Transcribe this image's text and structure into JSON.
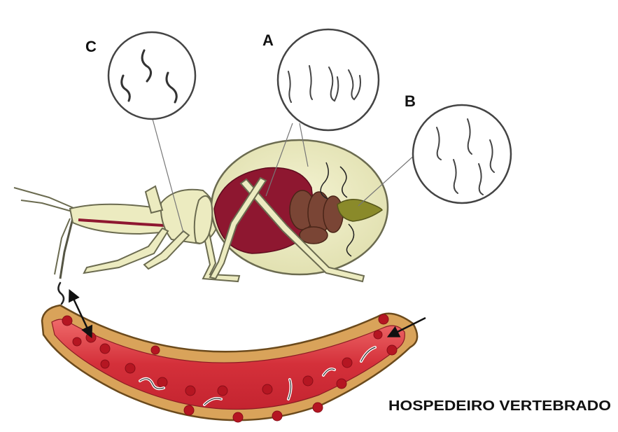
{
  "labels": {
    "a": "A",
    "b": "B",
    "c": "C"
  },
  "caption": "HOSPEDEIRO VERTEBRADO",
  "colors": {
    "insect_body": "#ecebc0",
    "insect_outline": "#6b6b50",
    "gut": "#8e1730",
    "organ": "#7a4535",
    "vessel_wall": "#d9a35a",
    "blood": "#d4303a",
    "blood_cell": "#b51622",
    "parasite": "#333333"
  },
  "icons": {
    "insect": "triatomine-bug-icon",
    "vessel": "blood-vessel-icon",
    "parasite": "trypanosome-icon"
  }
}
